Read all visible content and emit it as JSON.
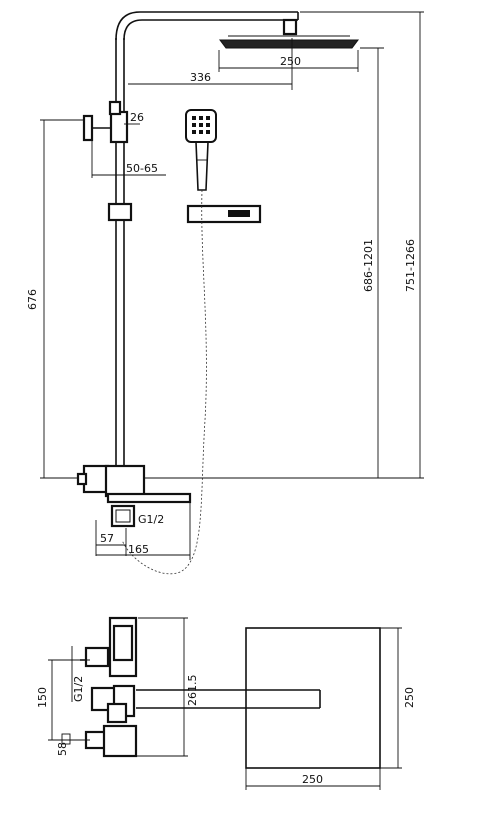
{
  "dimensions": {
    "shower_head_width": "250",
    "arm_length": "336",
    "pipe_offset": "26",
    "wall_bracket_range": "50-65",
    "riser_height": "676",
    "head_height_range_inner": "686-1201",
    "head_height_range_outer": "751-1266",
    "spout_length": "165",
    "spout_offset": "57",
    "thread_size_side": "G1/2",
    "thread_size_bottom": "G1/2",
    "connector_spacing": "150",
    "connector_depth": "58",
    "total_depth": "261.5",
    "top_head_width": "250",
    "top_head_depth": "250"
  }
}
